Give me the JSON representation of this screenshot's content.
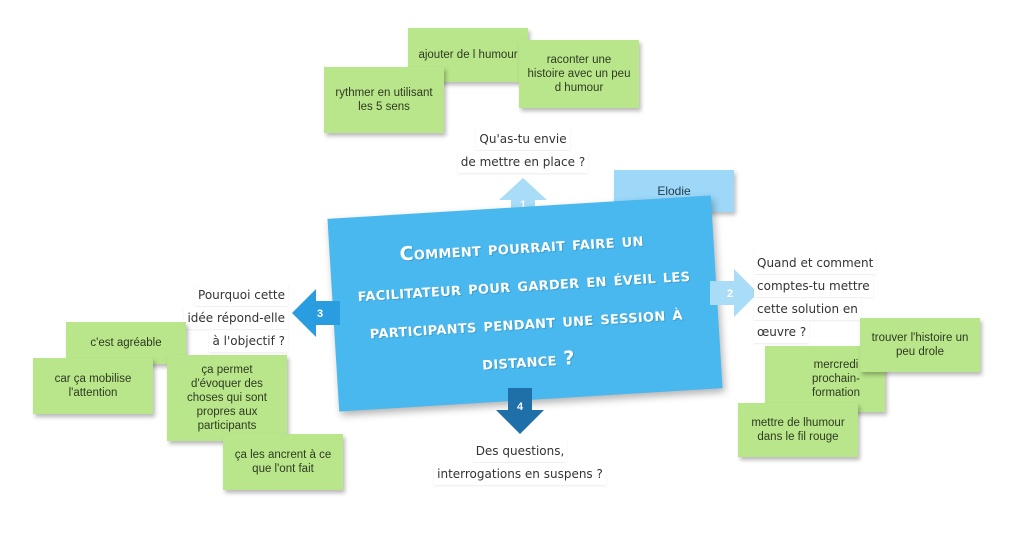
{
  "central_question": "Comment pourrait faire un facilitateur pour garder en éveil les participants pendant une session à distance ?",
  "author_note": "Elodie",
  "branches": [
    {
      "number": "1",
      "color": "#a9dcf6",
      "label_lines": [
        "Qu'as-tu envie",
        "de mettre en place ?"
      ]
    },
    {
      "number": "2",
      "color": "#a9dcf6",
      "label_lines": [
        "Quand et comment",
        "comptes-tu mettre",
        "cette solution en",
        "œuvre ?"
      ]
    },
    {
      "number": "3",
      "color": "#2a9de0",
      "label_lines": [
        "Pourquoi cette",
        "idée répond-elle",
        "à l'objectif ?"
      ]
    },
    {
      "number": "4",
      "color": "#1f6fa8",
      "label_lines": [
        "Des questions,",
        "interrogations en suspens ?"
      ]
    }
  ],
  "stickies": {
    "top": [
      "ajouter de l humour",
      "raconter une histoire avec un peu d humour",
      "rythmer en utilisant les 5 sens"
    ],
    "left": [
      "c'est agréable",
      "car ça mobilise l'attention",
      "ça permet d'évoquer des choses qui sont propres aux participants",
      "ça les ancrent à ce que l'ont fait"
    ],
    "right": [
      "trouver l'histoire un peu drole",
      "mercredi prochain-formation",
      "mettre de lhumour dans le fil rouge"
    ]
  },
  "colors": {
    "central": "#48b8ef",
    "sticky_green": "#b9e68a",
    "note_blue": "#9dd8f8"
  }
}
